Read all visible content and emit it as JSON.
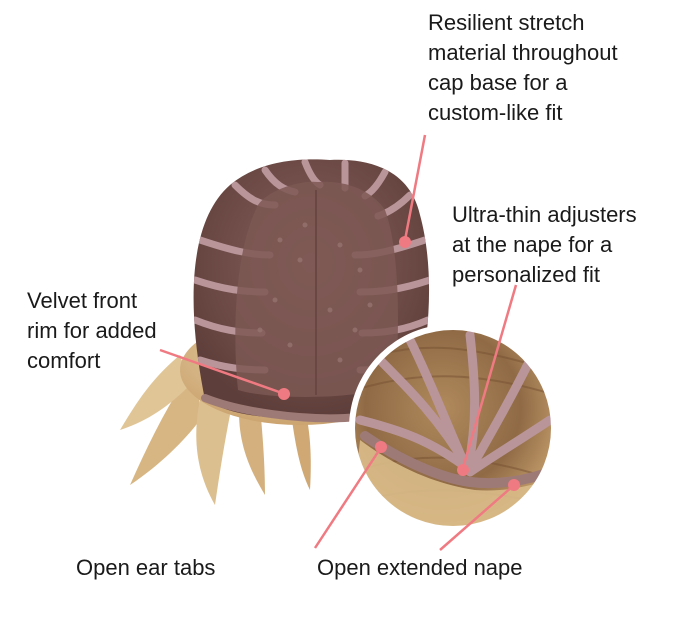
{
  "labels": {
    "stretch": [
      "Resilient stretch",
      "material throughout",
      "cap base for a",
      "custom-like fit"
    ],
    "adjusters": [
      "Ultra-thin adjusters",
      "at the nape for a",
      "personalized fit"
    ],
    "velvet": [
      "Velvet front",
      "rim for added",
      "comfort"
    ],
    "ear_tabs": "Open ear tabs",
    "extended_nape": "Open extended nape"
  },
  "colors": {
    "callout_line": "#f07a82",
    "callout_dot": "#f07a82",
    "cap_mesh": "#6e4a46",
    "cap_band": "#b9959a",
    "hair_blonde": "#d8b98a",
    "hair_root": "#7a5a3e"
  }
}
